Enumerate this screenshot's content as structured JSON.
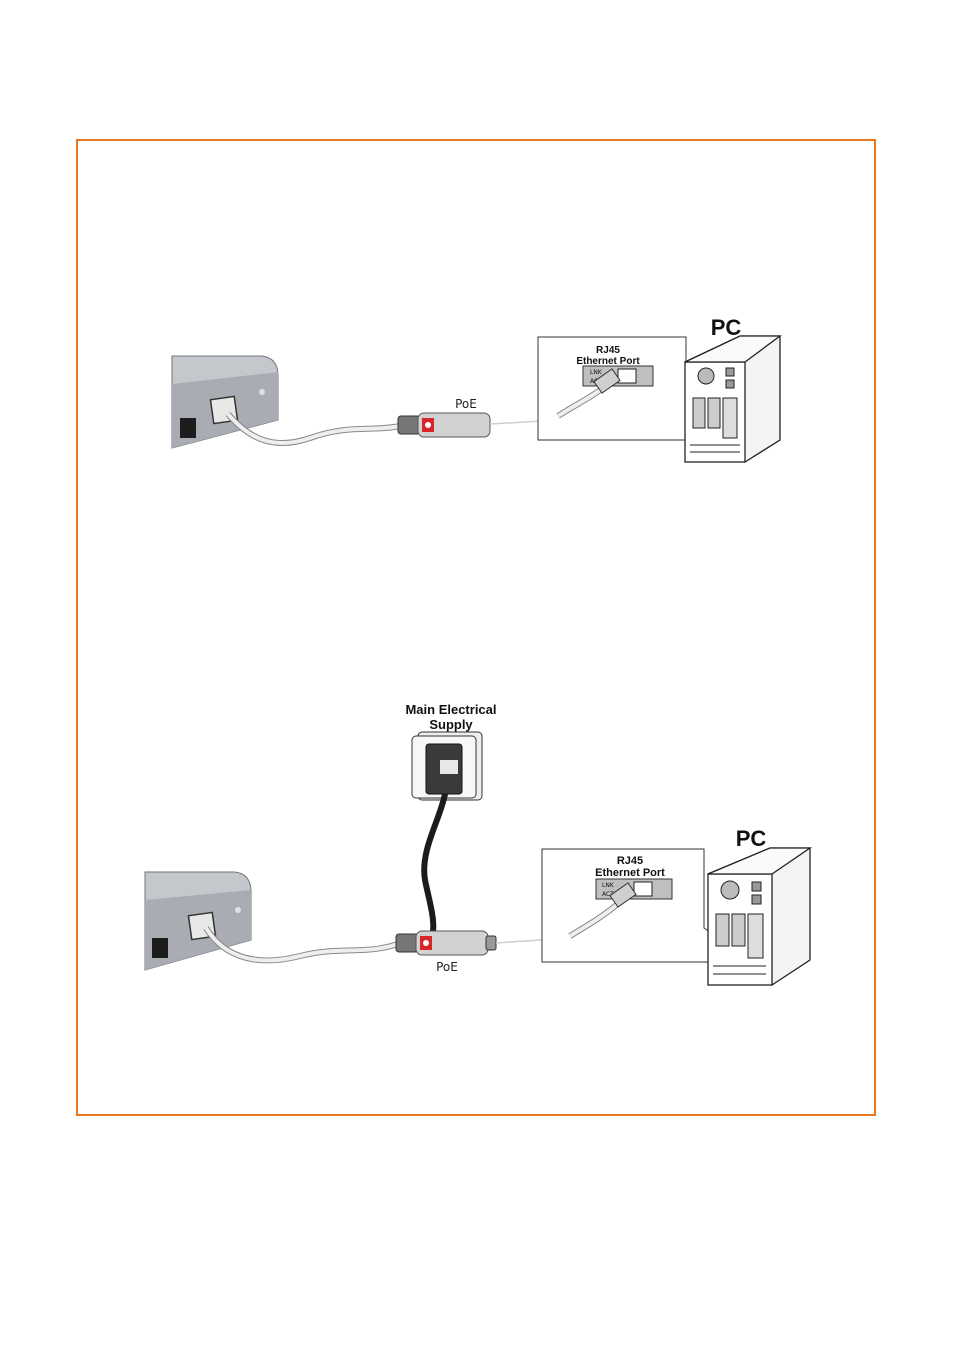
{
  "colors": {
    "border": "#e87722",
    "device": "#b9bcc1",
    "cable": "#e3e3e3",
    "poe_red": "#d7262a",
    "power_cable": "#1b1b1b"
  },
  "diagram1": {
    "pc_label": "PC",
    "port_title_1": "RJ45",
    "port_title_2": "Ethernet Port",
    "link_label": "LNK",
    "act_label": "ACT",
    "poe_label": "PoE"
  },
  "diagram2": {
    "pc_label": "PC",
    "port_title_1": "RJ45",
    "port_title_2": "Ethernet Port",
    "link_label": "LNK",
    "act_label": "ACT",
    "poe_label": "PoE",
    "supply_title_1": "Main Electrical",
    "supply_title_2": "Supply"
  }
}
